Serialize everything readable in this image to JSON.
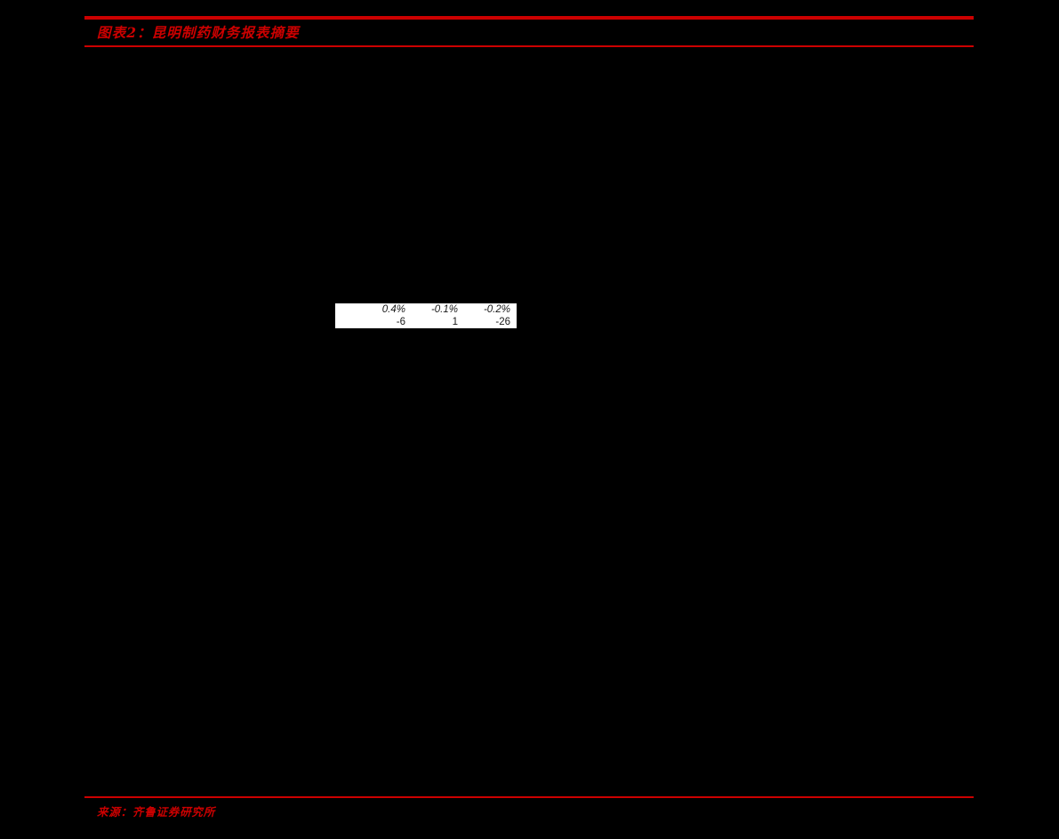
{
  "page": {
    "background_color": "#000000",
    "accent_color": "#cc0000"
  },
  "header": {
    "exhibit_title": "图表2：昆明制药财务报表摘要",
    "rule_color": "#cc0000"
  },
  "footer": {
    "source_label": "来源：齐鲁证券研究所",
    "rule_color": "#cc0000"
  },
  "table_fragment": {
    "background_color": "#ffffff",
    "text_color": "#1a1a1a",
    "rows": [
      {
        "style": "percent",
        "label": "",
        "values": [
          "0.4%",
          "-0.1%",
          "-0.2%"
        ]
      },
      {
        "style": "integer",
        "label": "",
        "values": [
          "-6",
          "1",
          "-26"
        ]
      }
    ]
  }
}
